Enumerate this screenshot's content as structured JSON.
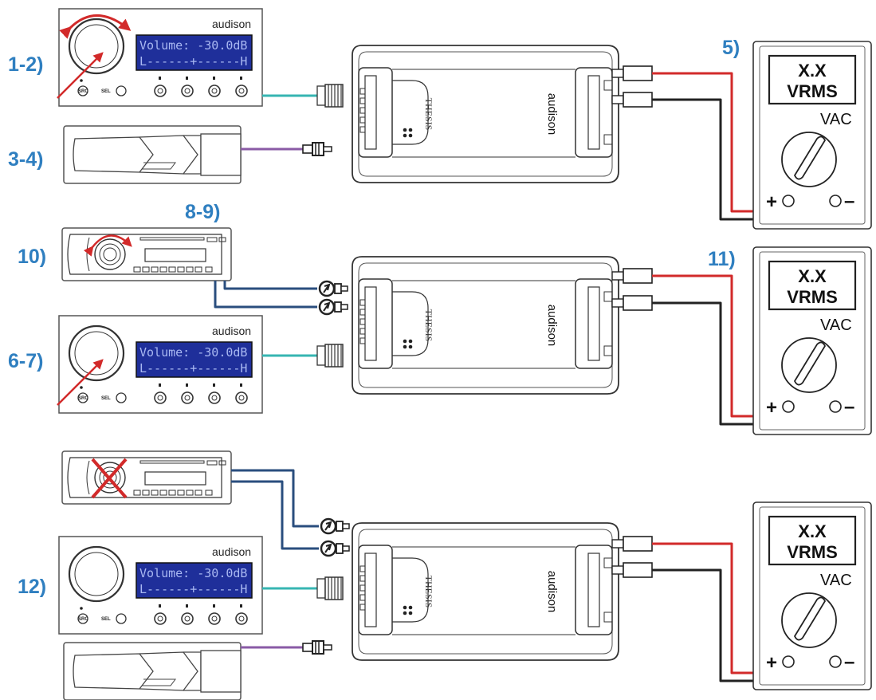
{
  "steps": {
    "s12": "1-2)",
    "s34": "3-4)",
    "s5": "5)",
    "s89": "8-9)",
    "s10": "10)",
    "s11": "11)",
    "s67": "6-7)",
    "s12b": "12)"
  },
  "control": {
    "brand": "audison",
    "lcd_line1": "Volume: -30.0dB",
    "lcd_line2": "L------+------H",
    "src_label": "SRC",
    "sel_label": "SEL"
  },
  "amplifier": {
    "brand": "audison",
    "model": "THESIS"
  },
  "meter": {
    "reading": "X.X",
    "unit": "VRMS",
    "mode": "VAC",
    "plus": "+",
    "minus": "–"
  },
  "colors": {
    "step_blue": "#2f7fc0",
    "lcd_bg": "#1f2f9a",
    "wire_red": "#d22a2a",
    "wire_black": "#222222",
    "wire_cyan": "#36b5b2",
    "wire_purple": "#8a5aa6",
    "rca_blue": "#2a4e7e",
    "arrow_red": "#d22a2a"
  }
}
